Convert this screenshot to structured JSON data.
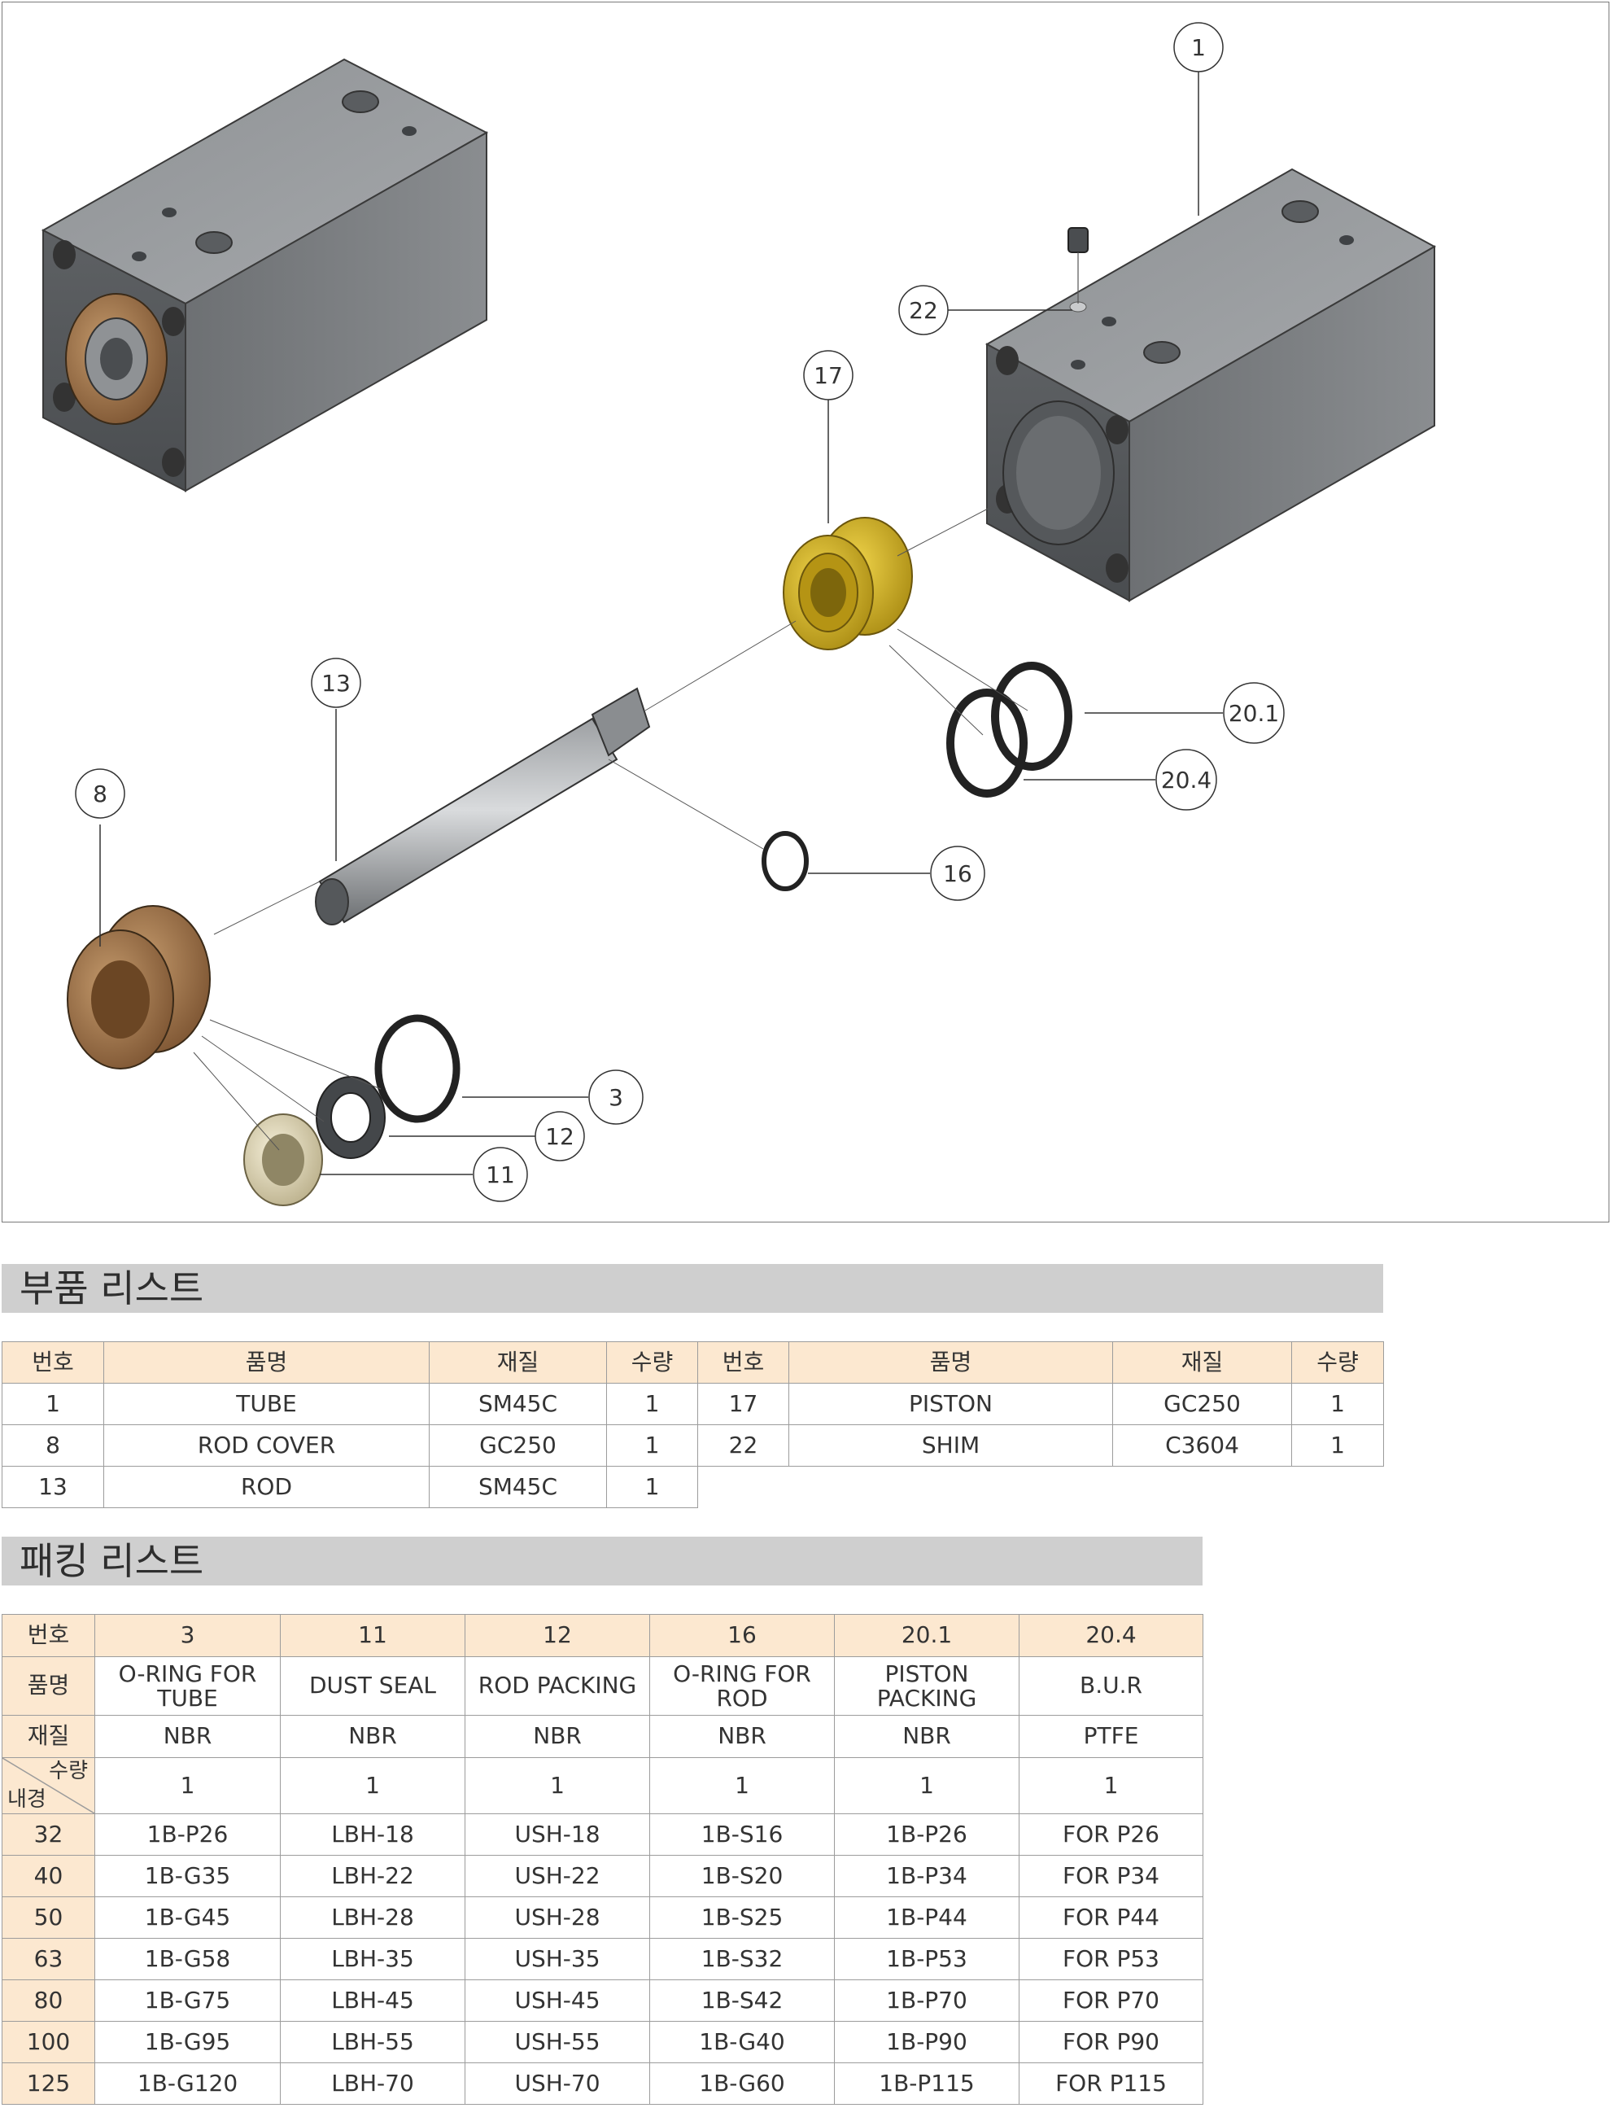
{
  "callouts": [
    "1",
    "22",
    "17",
    "13",
    "8",
    "20.1",
    "20.4",
    "16",
    "3",
    "12",
    "11"
  ],
  "parts_list": {
    "title": "부품 리스트",
    "headers": [
      "번호",
      "품명",
      "재질",
      "수량",
      "번호",
      "품명",
      "재질",
      "수량"
    ],
    "rows": [
      [
        "1",
        "TUBE",
        "SM45C",
        "1",
        "17",
        "PISTON",
        "GC250",
        "1"
      ],
      [
        "8",
        "ROD COVER",
        "GC250",
        "1",
        "22",
        "SHIM",
        "C3604",
        "1"
      ],
      [
        "13",
        "ROD",
        "SM45C",
        "1"
      ]
    ]
  },
  "packing_list": {
    "title": "패킹 리스트",
    "row_labels": {
      "number": "번호",
      "name": "품명",
      "material": "재질",
      "qty": "수량",
      "bore": "내경"
    },
    "numbers": [
      "3",
      "11",
      "12",
      "16",
      "20.1",
      "20.4"
    ],
    "names": [
      [
        "O-RING FOR",
        "TUBE"
      ],
      [
        "DUST SEAL"
      ],
      [
        "ROD PACKING"
      ],
      [
        "O-RING FOR",
        "ROD"
      ],
      [
        "PISTON",
        "PACKING"
      ],
      [
        "B.U.R"
      ]
    ],
    "materials": [
      "NBR",
      "NBR",
      "NBR",
      "NBR",
      "NBR",
      "PTFE"
    ],
    "qty": [
      "1",
      "1",
      "1",
      "1",
      "1",
      "1"
    ],
    "rows": [
      [
        "32",
        "1B-P26",
        "LBH-18",
        "USH-18",
        "1B-S16",
        "1B-P26",
        "FOR P26"
      ],
      [
        "40",
        "1B-G35",
        "LBH-22",
        "USH-22",
        "1B-S20",
        "1B-P34",
        "FOR P34"
      ],
      [
        "50",
        "1B-G45",
        "LBH-28",
        "USH-28",
        "1B-S25",
        "1B-P44",
        "FOR P44"
      ],
      [
        "63",
        "1B-G58",
        "LBH-35",
        "USH-35",
        "1B-S32",
        "1B-P53",
        "FOR P53"
      ],
      [
        "80",
        "1B-G75",
        "LBH-45",
        "USH-45",
        "1B-S42",
        "1B-P70",
        "FOR P70"
      ],
      [
        "100",
        "1B-G95",
        "LBH-55",
        "USH-55",
        "1B-G40",
        "1B-P90",
        "FOR P90"
      ],
      [
        "125",
        "1B-G120",
        "LBH-70",
        "USH-70",
        "1B-G60",
        "1B-P115",
        "FOR P115"
      ]
    ]
  }
}
